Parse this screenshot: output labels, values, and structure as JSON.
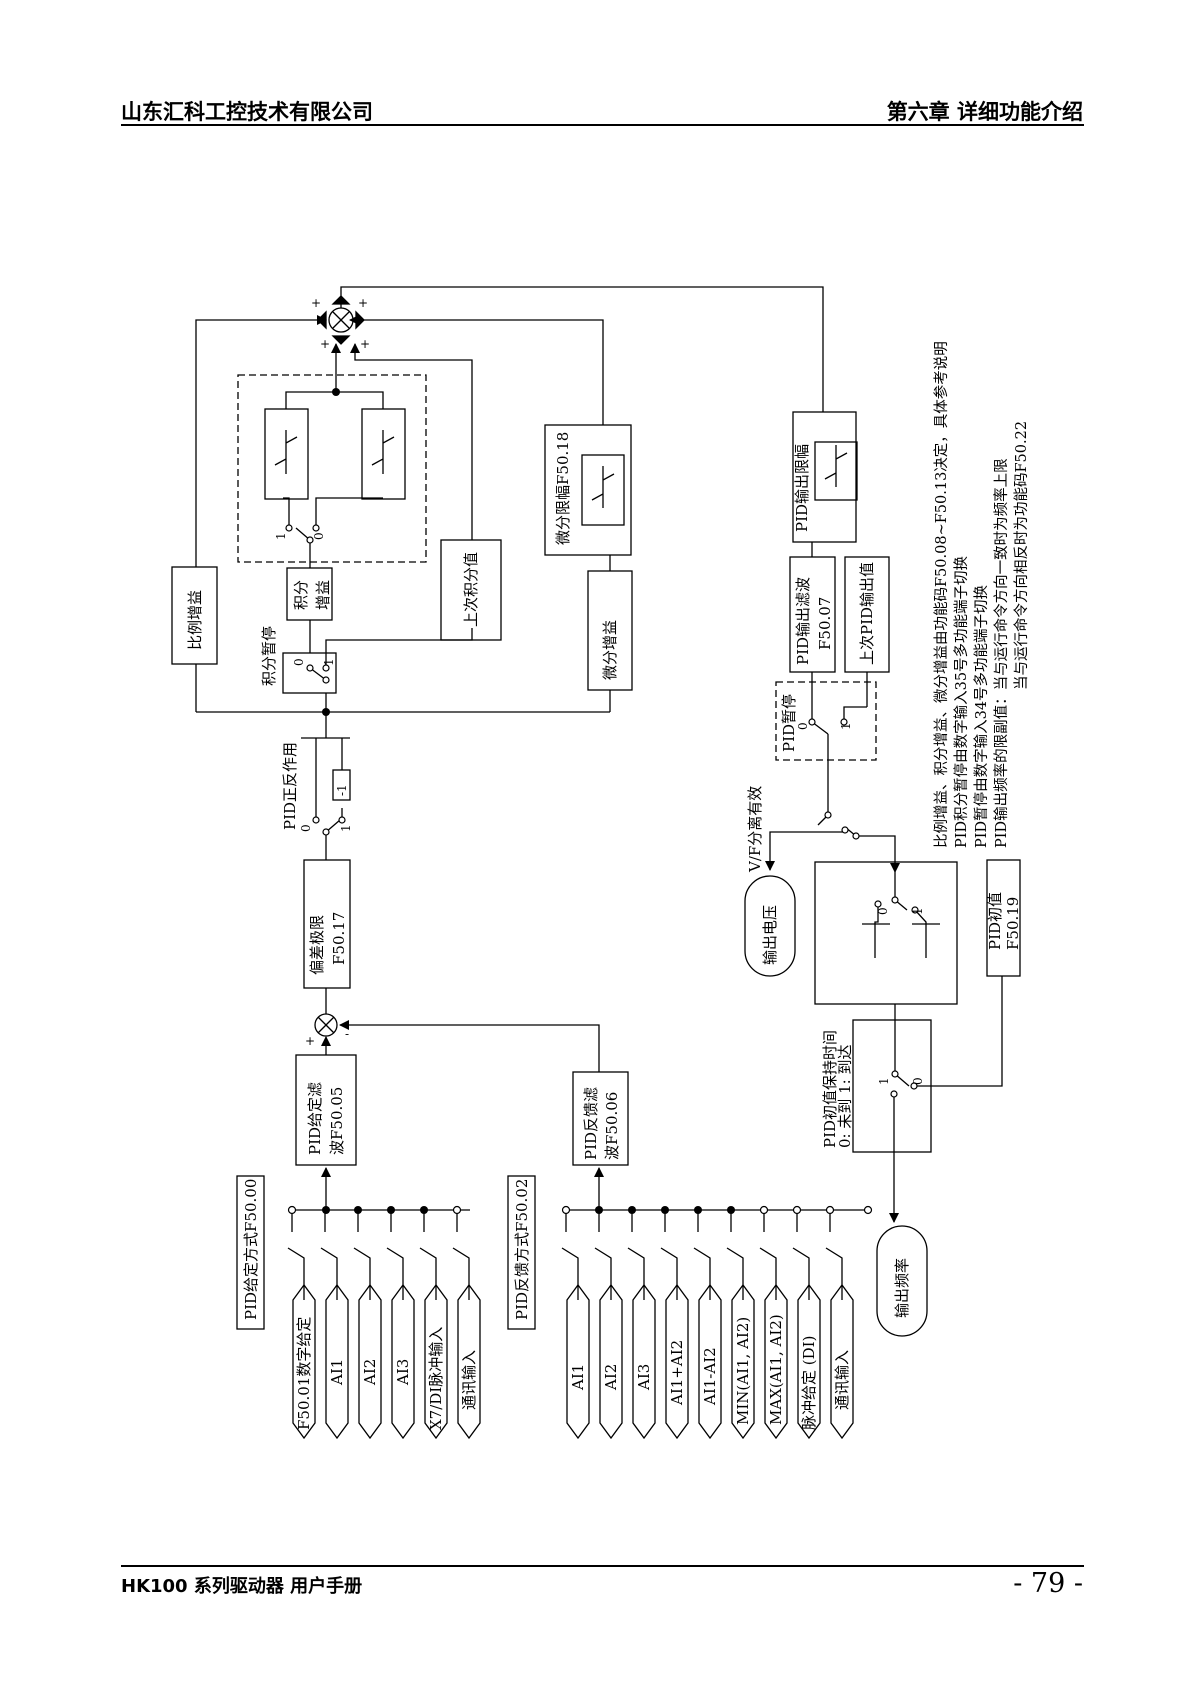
{
  "header": {
    "company": "山东汇科工控技术有限公司",
    "chapter": "第六章 详细功能介绍"
  },
  "footer": {
    "manual": "HK100 系列驱动器 用户手册",
    "page": "- 79 -"
  },
  "diagram": {
    "setpoint": {
      "title": "PID给定方式F50.00",
      "inputs": [
        "F50.01数字给定",
        "AI1",
        "AI2",
        "AI3",
        "X7/DI脉冲输入",
        "通讯输入"
      ],
      "filter": [
        "PID给定滤",
        "波F50.05"
      ]
    },
    "feedback": {
      "title": "PID反馈方式F50.02",
      "inputs": [
        "AI1",
        "AI2",
        "AI3",
        "AI1+AI2",
        "AI1-AI2",
        "MIN(AI1, AI2)",
        "MAX(AI1, AI2)",
        "脉冲给定 (DI)",
        "通讯输入"
      ],
      "filter": [
        "PID反馈滤",
        "波F50.06"
      ]
    },
    "deviation_limit": [
      "偏差极限",
      "F50.17"
    ],
    "direction": {
      "label": "PID正反作用",
      "box": "-1"
    },
    "proportional": "比例增益",
    "integral_pause": "积分暂停",
    "integral_gain": [
      "积分",
      "增益"
    ],
    "last_integral": "上次积分值",
    "derivative_gain": "微分增益",
    "derivative_limit": "微分限幅F50.18",
    "output_limit": "PID输出限幅",
    "output_filter": [
      "PID输出滤波",
      "F50.07"
    ],
    "last_output": "上次PID输出值",
    "pid_pause": "PID暂停",
    "vf_separation": "V/F分离有效",
    "output_voltage": "输出电压",
    "initial_value": [
      "PID初值",
      "F50.19"
    ],
    "hold_time": [
      "PID初值保持时间",
      "0: 未到 1: 到达"
    ],
    "output_frequency": "输出频率",
    "switch_labels": {
      "zero": "0",
      "one": "1"
    },
    "signs": {
      "plus": "+",
      "minus": "-"
    },
    "notes": [
      "比例增益、积分增益、微分增益由功能码F50.08~F50.13决定，具体参考说明",
      "PID积分暂停由数字输入35号多功能端子切换",
      "PID暂停由数字输入34号多功能端子切换",
      "PID输出频率的限副值：当与运行命令方向一致时为频率上限",
      "当与运行命令方向相反时为功能码F50.22"
    ]
  }
}
